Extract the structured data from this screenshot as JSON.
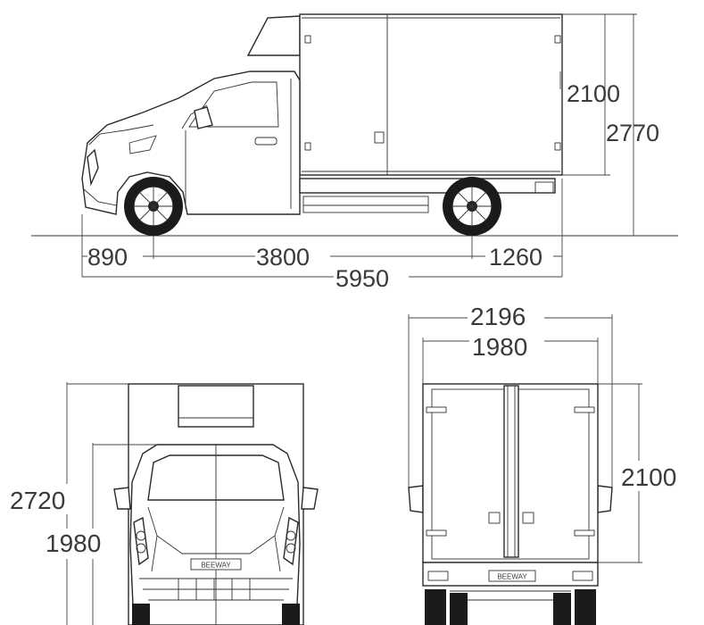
{
  "side_view": {
    "box_height": "2100",
    "overall_height": "2770",
    "front_overhang": "890",
    "wheelbase": "3800",
    "rear_overhang": "1260",
    "overall_length": "5950"
  },
  "front_view": {
    "overall_height": "2720",
    "cab_height": "1980",
    "grille_logo": "BEEWAY"
  },
  "rear_view": {
    "mirror_width": "2196",
    "body_width": "1980",
    "box_height": "2100",
    "bumper_logo": "BEEWAY"
  }
}
